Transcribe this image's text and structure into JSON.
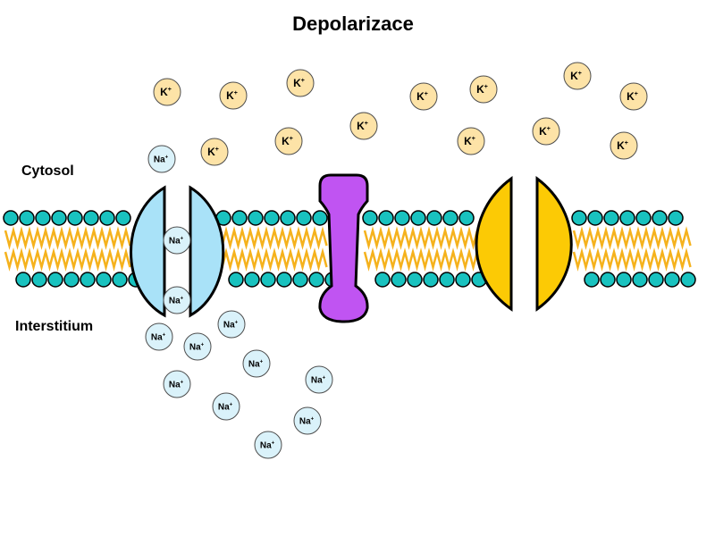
{
  "title": "Depolarizace",
  "labels": {
    "cytosol": "Cytosol",
    "interstitium": "Interstitium"
  },
  "ions": {
    "potassium": {
      "base": "K",
      "charge": "+",
      "fill": "#fde3a7",
      "stroke": "#4d4d4d"
    },
    "sodium": {
      "base": "Na",
      "charge": "+",
      "fill": "#daf2fa",
      "stroke": "#4d4d4d"
    }
  },
  "colors": {
    "lipid_head": "#19c2bf",
    "lipid_tail": "#f5b21d",
    "sodium_channel": "#a9e2f8",
    "pump": "#c054f2",
    "potassium_channel": "#fcca05",
    "outline": "#000000"
  }
}
